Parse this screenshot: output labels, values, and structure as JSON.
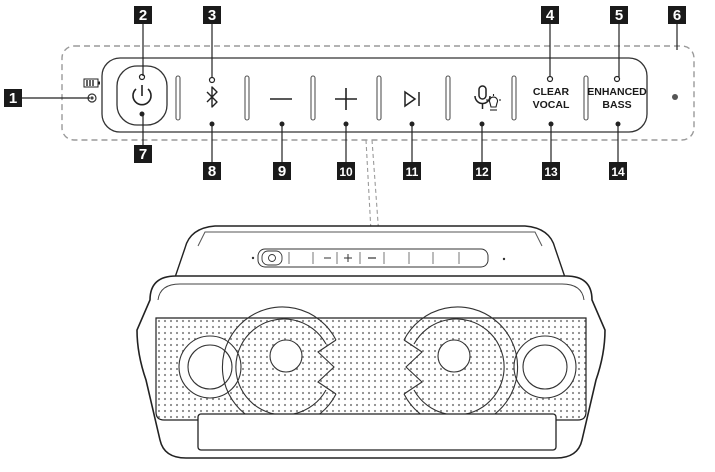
{
  "panel": {
    "clear_vocal": [
      "CLEAR",
      "VOCAL"
    ],
    "enhanced_bass": [
      "ENHANCED",
      "BASS"
    ]
  },
  "icons": [
    "battery-icon",
    "power-icon",
    "bluetooth-icon",
    "minus-icon",
    "plus-icon",
    "play-pause-icon",
    "microphone-icon",
    "light-icon"
  ],
  "callouts": [
    "1",
    "2",
    "3",
    "4",
    "5",
    "6",
    "7",
    "8",
    "9",
    "10",
    "11",
    "12",
    "13",
    "14"
  ],
  "colors": {
    "badge": "#1a1a1a",
    "line": "#333333",
    "dash": "#9a9a9a"
  }
}
